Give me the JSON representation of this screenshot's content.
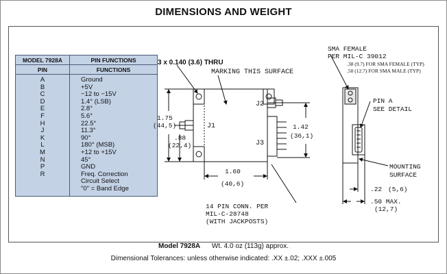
{
  "title": "DIMENSIONS AND WEIGHT",
  "pin_table": {
    "model_header": "MODEL 7928A",
    "functions_header": "PIN FUNCTIONS",
    "pin_col": "PIN",
    "func_col": "FUNCTIONS",
    "rows": [
      {
        "pin": "A",
        "fn": "Ground"
      },
      {
        "pin": "B",
        "fn": "+5V"
      },
      {
        "pin": "C",
        "fn": "−12 to −15V"
      },
      {
        "pin": "D",
        "fn": "1.4° (LSB)"
      },
      {
        "pin": "E",
        "fn": "2.8°"
      },
      {
        "pin": "F",
        "fn": "5.6°"
      },
      {
        "pin": "H",
        "fn": "22.5°"
      },
      {
        "pin": "J",
        "fn": "11.3°"
      },
      {
        "pin": "K",
        "fn": "90°"
      },
      {
        "pin": "L",
        "fn": "180° (MSB)"
      },
      {
        "pin": "M",
        "fn": "+12 to +15V"
      },
      {
        "pin": "N",
        "fn": "45°"
      },
      {
        "pin": "P",
        "fn": "GND"
      },
      {
        "pin": "R",
        "fn": "Freq. Correction"
      },
      {
        "pin": "",
        "fn": "Circuit Select"
      },
      {
        "pin": "",
        "fn": "\"0\" = Band Edge"
      }
    ]
  },
  "drawing": {
    "holes": "3 x 0.140 (3.6) THRU",
    "marking": "MARKING THIS SURFACE",
    "j1": "J1",
    "j2": "J2",
    "j3": "J3",
    "dim_height_in": "1.75",
    "dim_height_mm": "(44,5)",
    "dim_j1_in": ".88",
    "dim_j1_mm": "(22,4)",
    "dim_width_in": "1.60",
    "dim_width_mm": "(40,6)",
    "dim_right_in": "1.42",
    "dim_right_mm": "(36,1)",
    "conn_line1": "14 PIN CONN. PER",
    "conn_line2": "MIL-C-28748",
    "conn_line3": "(WITH JACKPOSTS)",
    "sma_line1": "SMA FEMALE",
    "sma_line2": "PER MIL-C 39012",
    "sma_female": ".38 (9.7) FOR SMA FEMALE (TYP)",
    "sma_male": ".50 (12.7) FOR SMA MALE (TYP)",
    "pin_a_line1": "PIN A",
    "pin_a_line2": "SEE DETAIL",
    "mount_line1": "MOUNTING",
    "mount_line2": "SURFACE",
    "dim_side_in": ".22",
    "dim_side_mm": "(5,6)",
    "dim_max_in": ".50 MAX.",
    "dim_max_mm": "(12,7)"
  },
  "footer": {
    "model": "Model 7928A",
    "weight": "Wt. 4.0 oz (113g) approx.",
    "tolerances": "Dimensional Tolerances: unless otherwise indicated: .XX ±.02; .XXX ±.005"
  }
}
